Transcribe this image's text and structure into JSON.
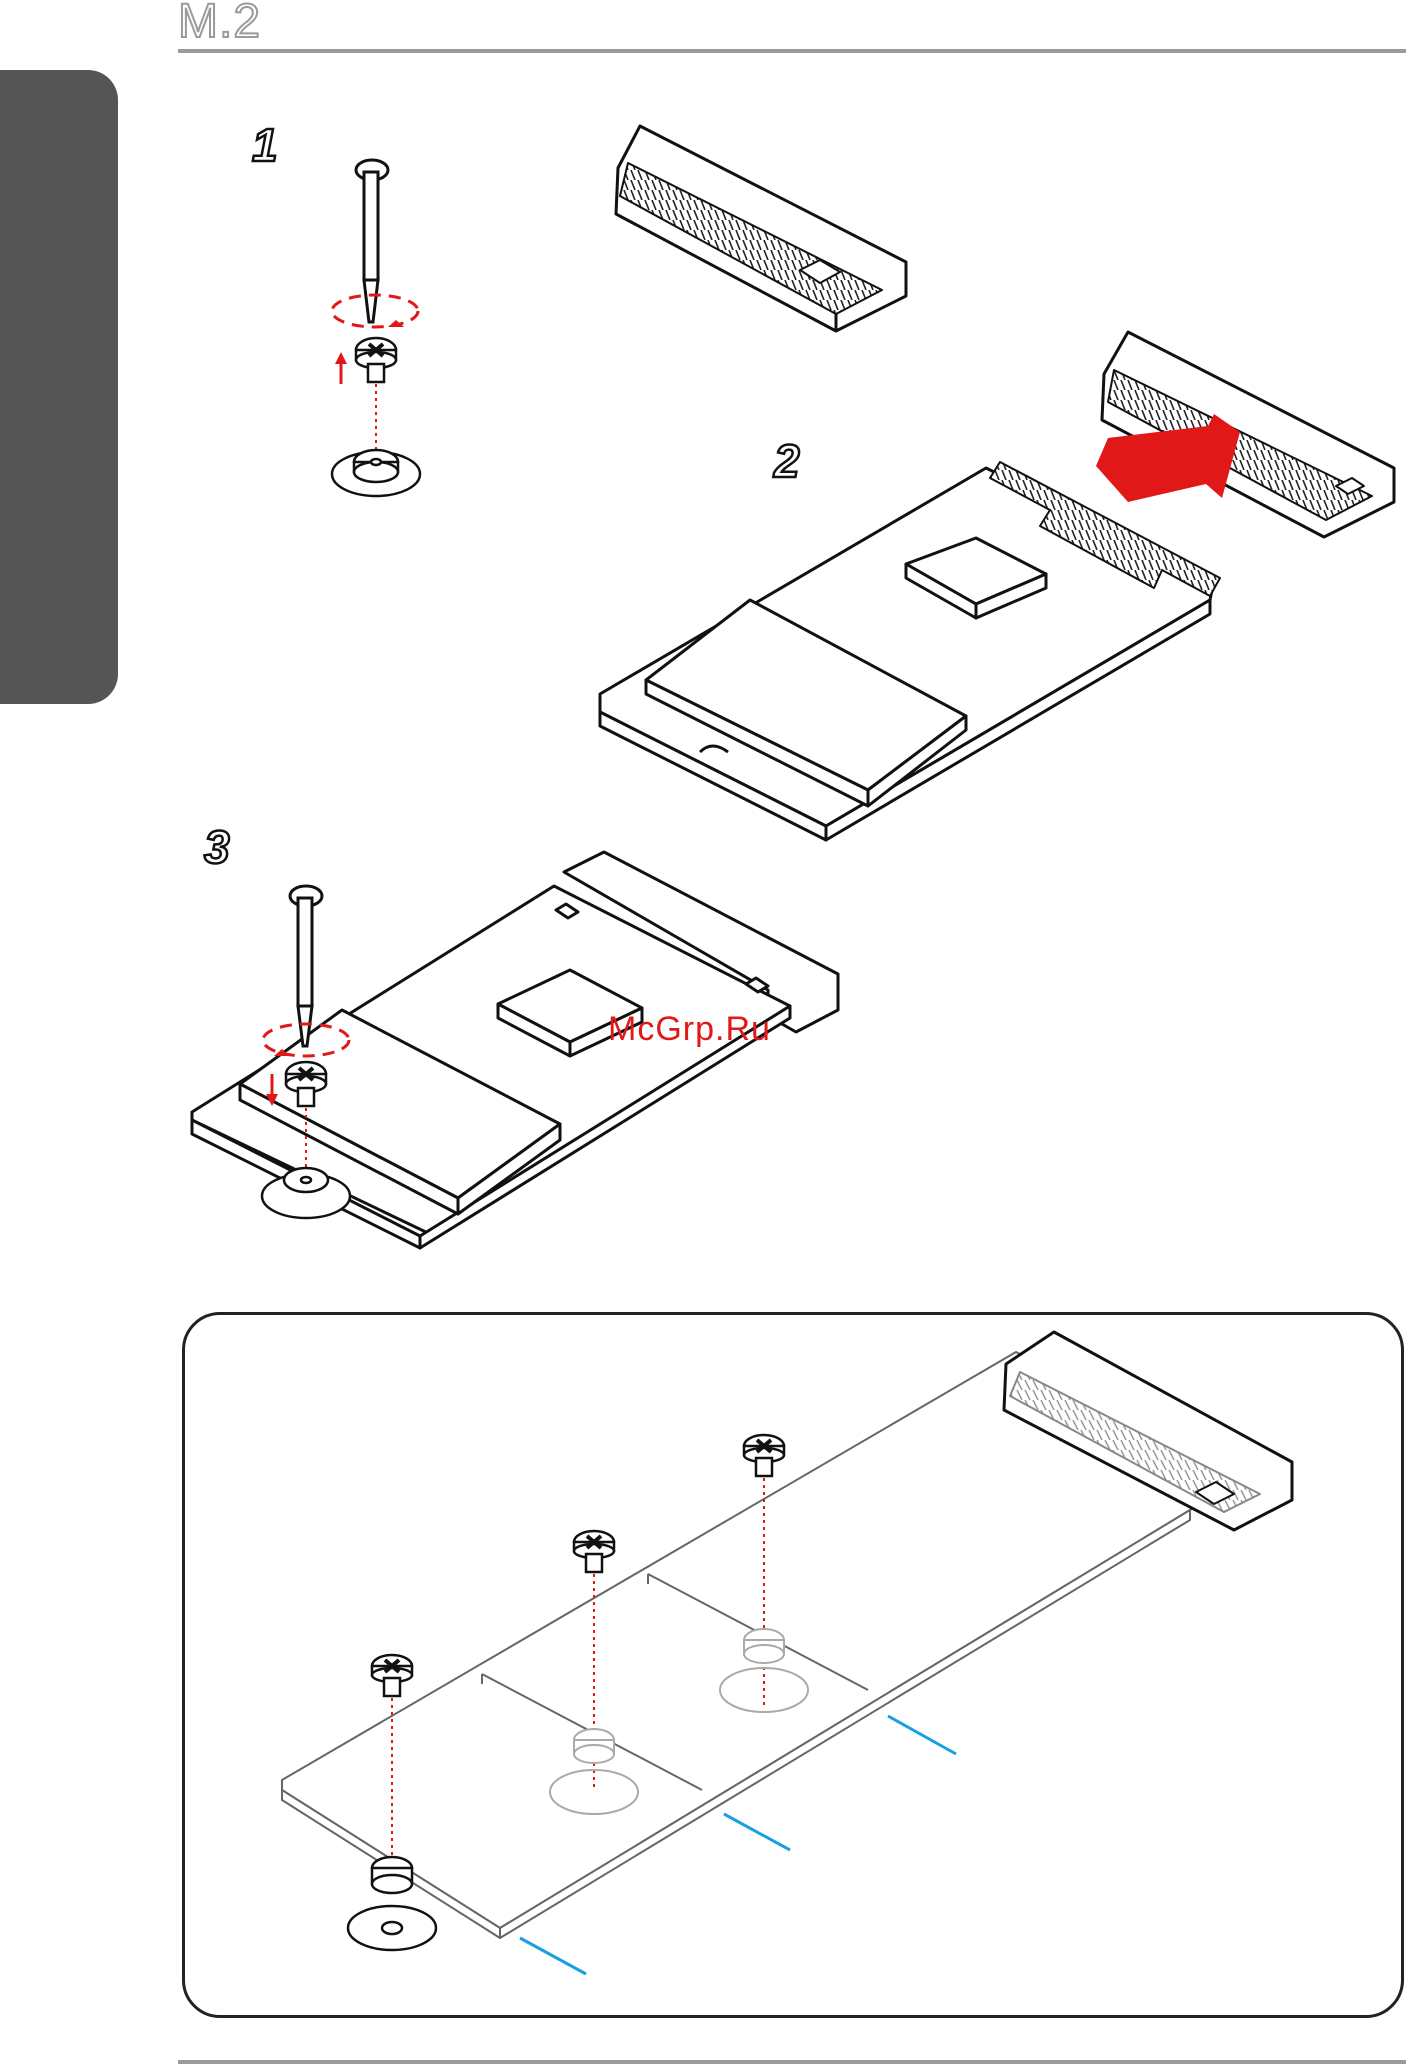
{
  "header": {
    "title": "M.2"
  },
  "steps": [
    {
      "number": "1"
    },
    {
      "number": "2"
    },
    {
      "number": "3"
    }
  ],
  "watermark": {
    "text": "McGrp.Ru"
  },
  "colors": {
    "accent": "#e01818",
    "guide": "#1a9fe0",
    "rule": "#9a9a9a",
    "tab": "#555555"
  },
  "icons": [
    "screwdriver-icon",
    "screw-icon",
    "standoff-icon",
    "insert-arrow-icon",
    "rotate-arrow-icon"
  ]
}
